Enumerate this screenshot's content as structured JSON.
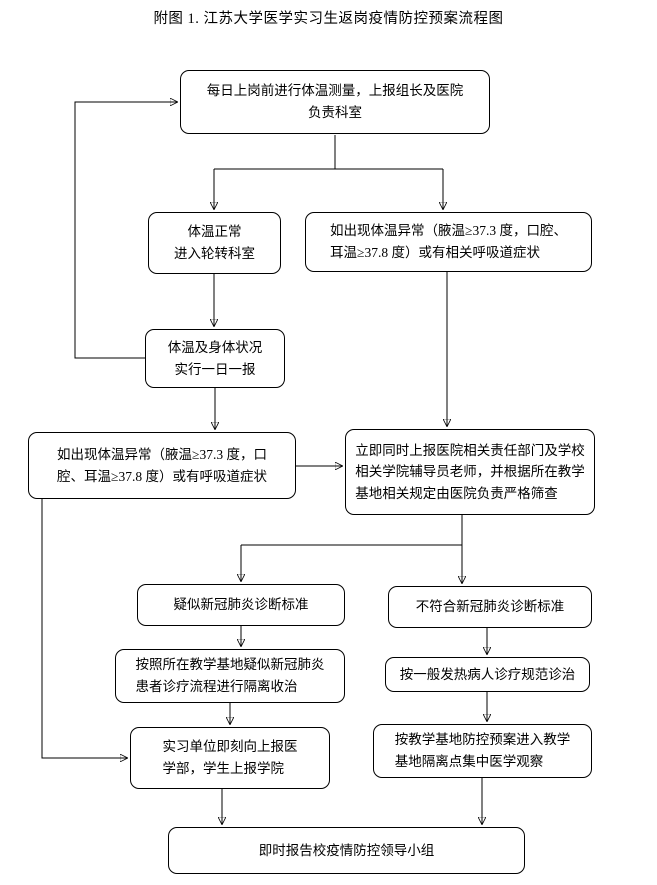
{
  "title": "附图 1. 江苏大学医学实习生返岗疫情防控预案流程图",
  "flow": {
    "nodes": [
      {
        "id": "daily-temp-check",
        "text": "每日上岗前进行体温测量，上报组长及医院\n负责科室"
      },
      {
        "id": "temp-normal",
        "text": "体温正常\n进入轮转科室"
      },
      {
        "id": "temp-abnormal-right",
        "text": "如出现体温异常（腋温≥37.3 度，口腔、\n耳温≥37.8 度）或有相关呼吸道症状"
      },
      {
        "id": "daily-report",
        "text": "体温及身体状况\n实行一日一报"
      },
      {
        "id": "temp-abnormal-left",
        "text": "如出现体温异常（腋温≥37.3 度，口\n腔、耳温≥37.8 度）或有呼吸道症状"
      },
      {
        "id": "report-hospital-school",
        "text": "立即同时上报医院相关责任部门及学校\n相关学院辅导员老师，并根据所在教学\n基地相关规定由医院负责严格筛查"
      },
      {
        "id": "suspected-covid",
        "text": "疑似新冠肺炎诊断标准"
      },
      {
        "id": "not-covid",
        "text": "不符合新冠肺炎诊断标准"
      },
      {
        "id": "isolation-treatment",
        "text": "按照所在教学基地疑似新冠肺炎\n患者诊疗流程进行隔离收治"
      },
      {
        "id": "general-fever-treatment",
        "text": "按一般发热病人诊疗规范诊治"
      },
      {
        "id": "unit-report",
        "text": "实习单位即刻向上报医\n学部，学生上报学院"
      },
      {
        "id": "base-isolation-observe",
        "text": "按教学基地防控预案进入教学\n基地隔离点集中医学观察"
      },
      {
        "id": "report-leading-group",
        "text": "即时报告校疫情防控领导小组"
      }
    ],
    "edges": [
      {
        "from": "daily-temp-check",
        "to": "temp-normal"
      },
      {
        "from": "daily-temp-check",
        "to": "temp-abnormal-right"
      },
      {
        "from": "temp-normal",
        "to": "daily-report"
      },
      {
        "from": "daily-report",
        "to": "daily-temp-check"
      },
      {
        "from": "daily-report",
        "to": "temp-abnormal-left"
      },
      {
        "from": "temp-abnormal-left",
        "to": "report-hospital-school"
      },
      {
        "from": "temp-abnormal-right",
        "to": "report-hospital-school"
      },
      {
        "from": "temp-abnormal-left",
        "to": "unit-report"
      },
      {
        "from": "report-hospital-school",
        "to": "suspected-covid"
      },
      {
        "from": "report-hospital-school",
        "to": "not-covid"
      },
      {
        "from": "suspected-covid",
        "to": "isolation-treatment"
      },
      {
        "from": "isolation-treatment",
        "to": "unit-report"
      },
      {
        "from": "not-covid",
        "to": "general-fever-treatment"
      },
      {
        "from": "general-fever-treatment",
        "to": "base-isolation-observe"
      },
      {
        "from": "unit-report",
        "to": "report-leading-group"
      },
      {
        "from": "base-isolation-observe",
        "to": "report-leading-group"
      }
    ],
    "colors": {
      "line": "#000000",
      "border": "#000000",
      "text": "#000000",
      "background": "#ffffff"
    }
  }
}
